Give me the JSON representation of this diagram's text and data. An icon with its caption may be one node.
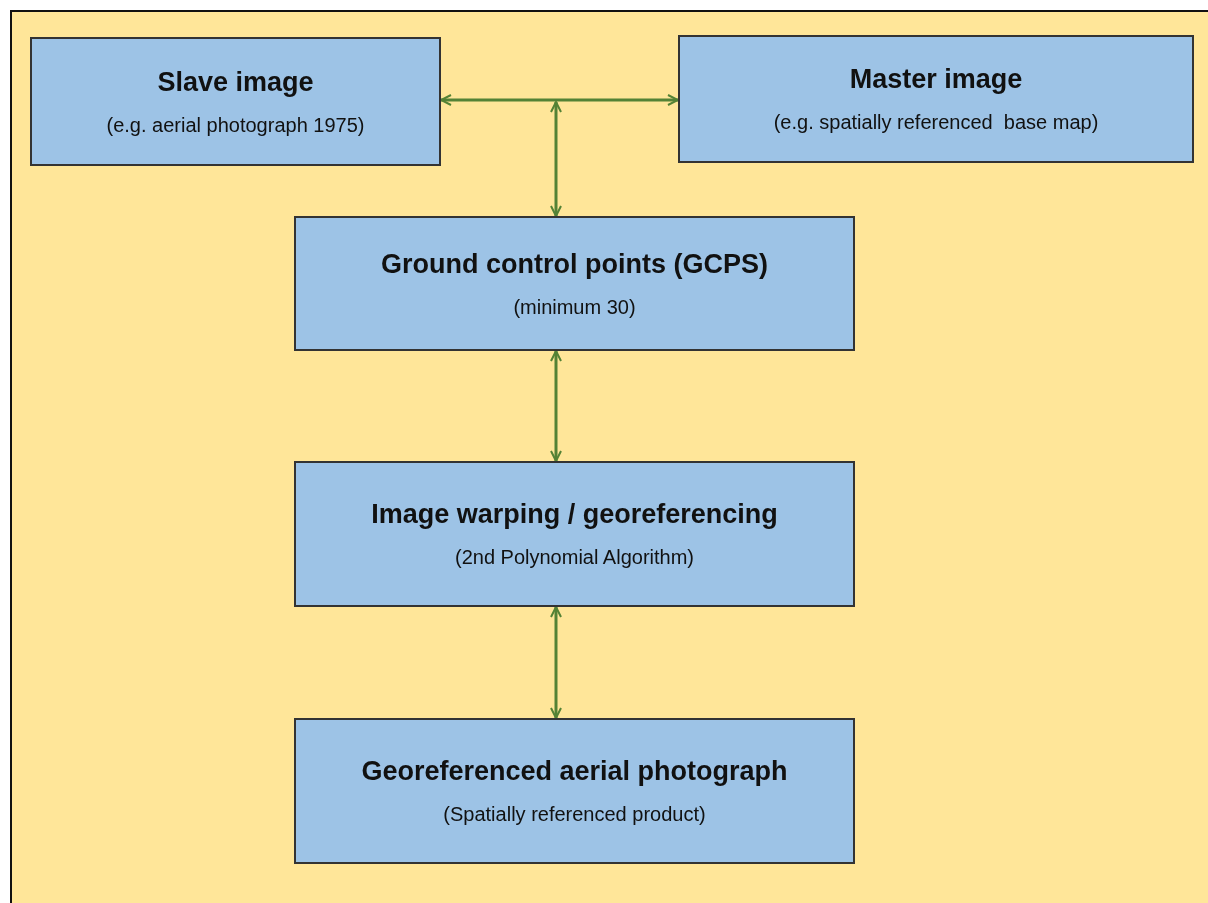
{
  "diagram": {
    "nodes": [
      {
        "text": [
          "Slave image",
          "(e.g. aerial photograph 1975)"
        ]
      },
      {
        "text": [
          "Master image",
          "(e.g. spatially referenced  base map)"
        ]
      },
      {
        "text": [
          "Ground control points (GCPS)",
          "(minimum 30)"
        ]
      },
      {
        "text": [
          "Image warping / georeferencing",
          "(2nd Polynomial Algorithm)"
        ]
      },
      {
        "text": [
          "Georeferenced aerial photograph",
          "(Spatially referenced product)"
        ]
      }
    ],
    "edges": [
      {
        "from": 0,
        "to": 1,
        "arrow": "both"
      },
      {
        "from": null,
        "to": 2,
        "arrow": "both"
      },
      {
        "from": 2,
        "to": 3,
        "arrow": "both"
      },
      {
        "from": 3,
        "to": 4,
        "arrow": "both"
      }
    ]
  }
}
